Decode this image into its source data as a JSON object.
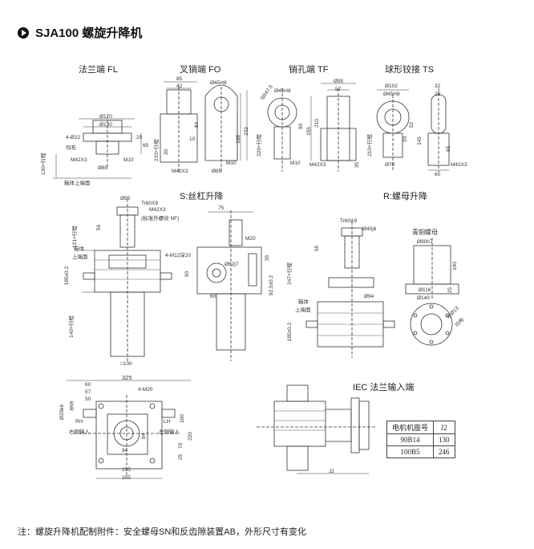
{
  "title": "SJA100 螺旋升降机",
  "sections": {
    "fl": "法兰端 FL",
    "fo": "叉销端 FO",
    "tf": "销孔端 TF",
    "ts": "球形铰接 TS",
    "s": "S:丝杠升降",
    "r": "R:螺母升降",
    "iec": "IEC 法兰输入端",
    "bronze_nut": "青铜螺母"
  },
  "dims": {
    "fl": {
      "d170": "Ø170",
      "d130": "Ø130",
      "holes": "4-Ø22",
      "even": "均布",
      "m42": "M42X3",
      "d85": "Ø85",
      "h20": "20",
      "h65": "65",
      "m10": "M10",
      "stroke": "130+行程",
      "box_top": "箱体上端面"
    },
    "fo": {
      "w85": "85",
      "w42": "42",
      "pin": "Ø45H8",
      "h84": "84",
      "h168": "168",
      "h232": "232",
      "h30": "30",
      "stroke": "233+行程",
      "m42": "M42X3",
      "d85": "Ø85",
      "m10": "M10",
      "r10": "10"
    },
    "tf": {
      "sr": "SR47.5",
      "pin": "Ø45H8",
      "d95": "Ø95",
      "w57": "57",
      "h90": "90",
      "h155": "155",
      "h210": "210",
      "stroke": "220+行程",
      "m10": "M10",
      "m42": "M42X3",
      "h35": "35"
    },
    "ts": {
      "d102": "Ø102",
      "pin": "Ø45H8",
      "w32": "32",
      "w28": "28",
      "h52": "52",
      "h20": "20",
      "h145": "145",
      "stroke": "210+行程",
      "d70": "Ø70",
      "m42": "M42X3",
      "w60": "60",
      "h65": "65"
    },
    "s": {
      "d95": "Ø95",
      "tr": "Tr60X9",
      "m42": "M42X3",
      "nf": "(标准外螺纹 NF)",
      "stroke_top": "121+行程",
      "h56": "56",
      "box": "箱体",
      "box_top": "上端面",
      "h185": "185±0.2",
      "stroke_bot": "140+行程",
      "sq": "□100",
      "w75": "75",
      "m20": "M20",
      "holes": "4-M12深20",
      "d62": "Ø62j7",
      "h90": "90",
      "w60": "60",
      "h35": "35",
      "h925": "92.5±0.2"
    },
    "r": {
      "tr": "Tr60X9",
      "d45": "Ø45j6",
      "h55": "55",
      "stroke": "247+行程",
      "d94": "Ø94",
      "box": "箱体",
      "box_top": "上端面",
      "h185": "185±0.2",
      "d90": "Ø90h7",
      "h100": "100",
      "h25": "25",
      "d116": "Ø116",
      "d140": "Ø140",
      "holes": "6-Ø13",
      "even": "均布"
    },
    "plan": {
      "w325": "325",
      "w60": "60",
      "w57": "57",
      "w50": "50",
      "m20": "4-M20",
      "key": "8N9",
      "d25": "Ø25k6",
      "rh": "RH",
      "rh_cn": "右侧输入",
      "lh": "LH",
      "lh_cn": "左侧输入",
      "w94": "94",
      "h94": "94",
      "h100": "100",
      "h220": "220",
      "h70": "70",
      "h25": "25",
      "w155": "155",
      "w205": "205"
    },
    "iec": {
      "j2": "J2"
    }
  },
  "motor_table": {
    "header": [
      "电机机座号",
      "J2"
    ],
    "rows": [
      [
        "90B14",
        "130"
      ],
      [
        "100B5",
        "246"
      ]
    ]
  },
  "footnote": "注：螺旋升降机配制附件：安全螺母SN和反齿隙装置AB，外形尺寸有变化"
}
